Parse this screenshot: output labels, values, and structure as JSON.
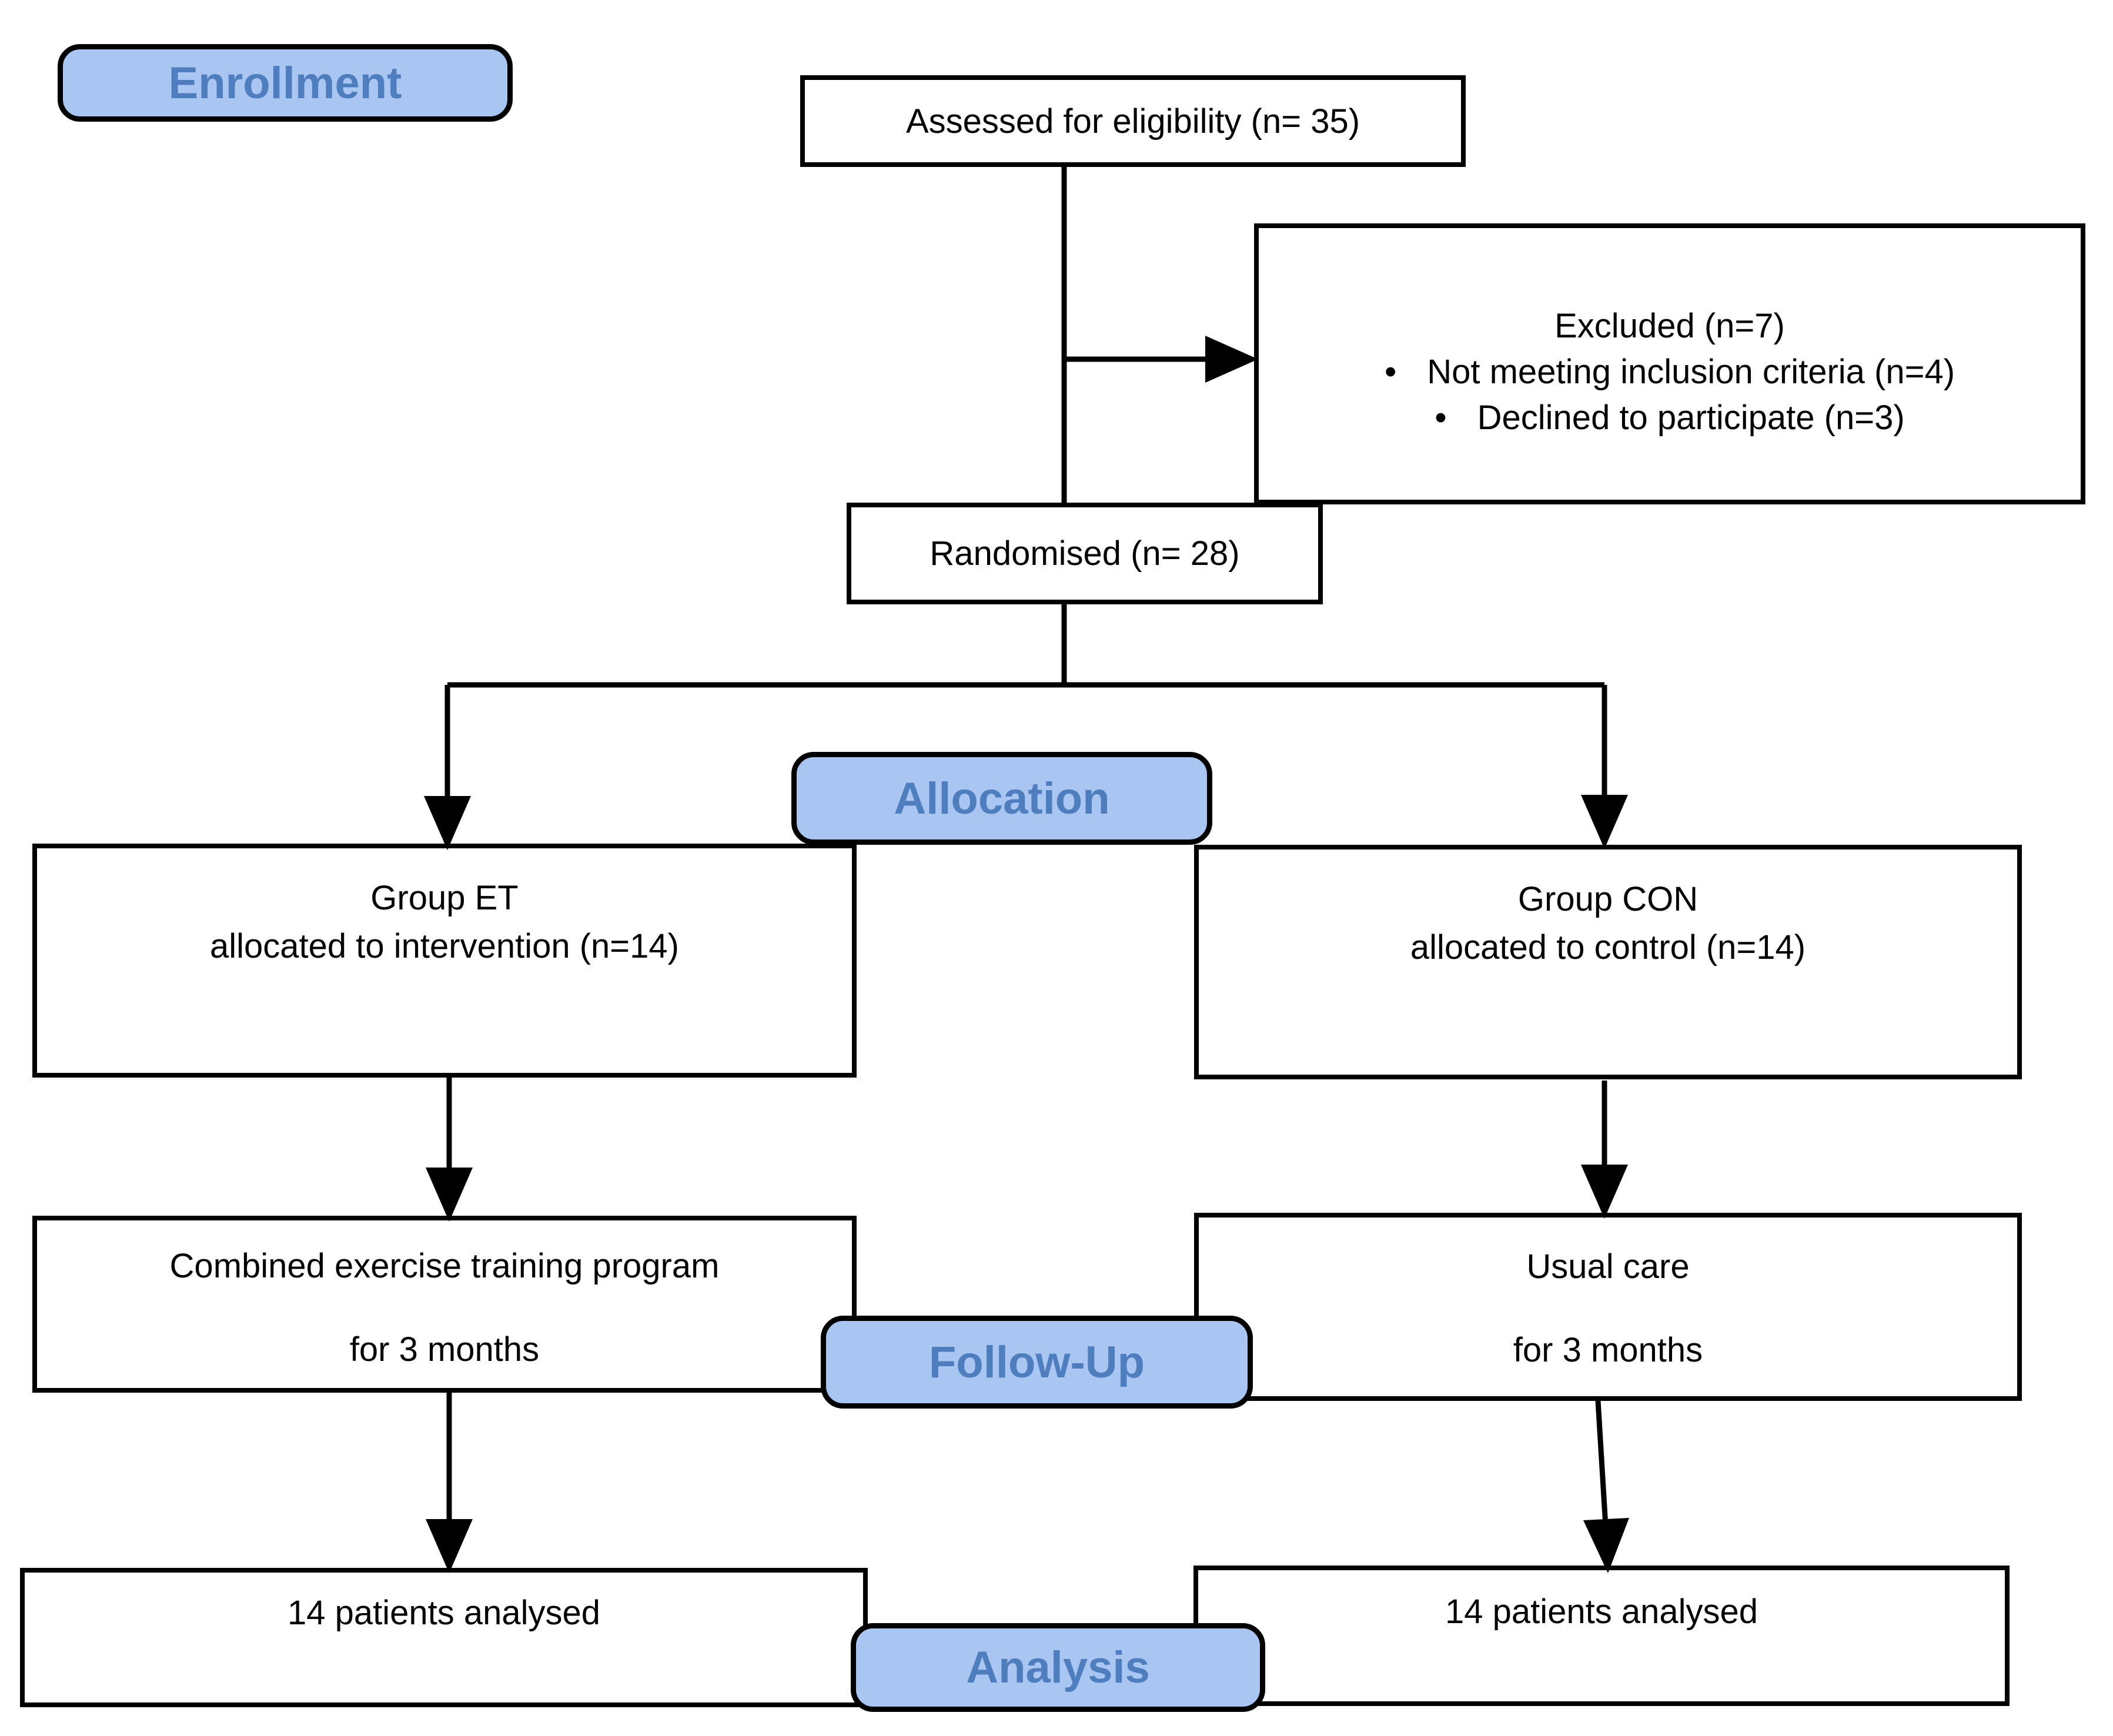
{
  "diagram": {
    "type": "consort-flow",
    "stages": {
      "enrollment": "Enrollment",
      "allocation": "Allocation",
      "followup": "Follow-Up",
      "analysis": "Analysis"
    },
    "boxes": {
      "assessed": {
        "text": "Assessed for eligibility (n= 35)"
      },
      "excluded": {
        "line1": "Excluded (n=7)",
        "bullet_glyph": "•",
        "bullet1": "Not meeting inclusion criteria (n=4)",
        "bullet2": "Declined to participate (n=3)"
      },
      "randomised": {
        "text": "Randomised (n= 28)"
      },
      "group_et": {
        "line1": "Group ET",
        "line2": "allocated to intervention (n=14)"
      },
      "group_con": {
        "line1": "Group CON",
        "line2": "allocated to control (n=14)"
      },
      "et_followup": {
        "line1": "Combined exercise training program",
        "line2": "for 3 months"
      },
      "con_followup": {
        "line1": "Usual care",
        "line2": "for 3 months"
      },
      "et_analysis": {
        "text": "14 patients analysed"
      },
      "con_analysis": {
        "text": "14 patients analysed"
      }
    },
    "colors": {
      "label_fill": "#a9c6f2",
      "label_text": "#4e7ebd",
      "box_border": "#000000",
      "line": "#000000",
      "box_fill": "#ffffff",
      "background": "#ffffff"
    }
  }
}
